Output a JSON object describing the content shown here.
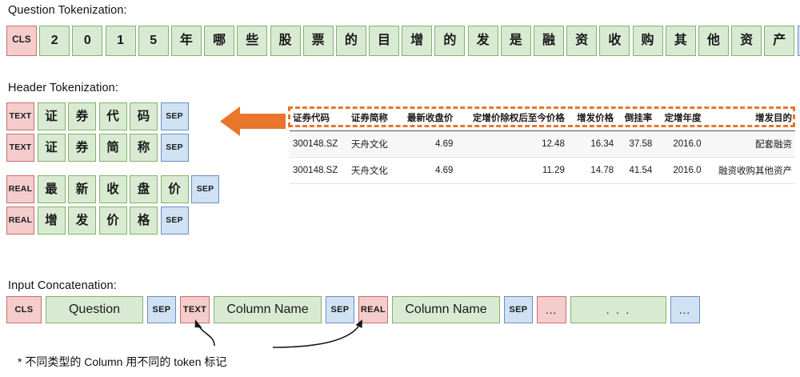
{
  "sections": {
    "question": {
      "title": "Question Tokenization:"
    },
    "header": {
      "title": "Header Tokenization:"
    },
    "concat": {
      "title": "Input Concatenation:"
    }
  },
  "question_tokens": [
    {
      "text": "CLS",
      "type": "special",
      "color": "pink"
    },
    {
      "text": "2",
      "type": "token",
      "color": "green"
    },
    {
      "text": "0",
      "type": "token",
      "color": "green"
    },
    {
      "text": "1",
      "type": "token",
      "color": "green"
    },
    {
      "text": "5",
      "type": "token",
      "color": "green"
    },
    {
      "text": "年",
      "type": "token",
      "color": "green"
    },
    {
      "text": "哪",
      "type": "token",
      "color": "green"
    },
    {
      "text": "些",
      "type": "token",
      "color": "green"
    },
    {
      "text": "股",
      "type": "token",
      "color": "green"
    },
    {
      "text": "票",
      "type": "token",
      "color": "green"
    },
    {
      "text": "的",
      "type": "token",
      "color": "green"
    },
    {
      "text": "目",
      "type": "token",
      "color": "green"
    },
    {
      "text": "增",
      "type": "token",
      "color": "green"
    },
    {
      "text": "的",
      "type": "token",
      "color": "green"
    },
    {
      "text": "发",
      "type": "token",
      "color": "green"
    },
    {
      "text": "是",
      "type": "token",
      "color": "green"
    },
    {
      "text": "融",
      "type": "token",
      "color": "green"
    },
    {
      "text": "资",
      "type": "token",
      "color": "green"
    },
    {
      "text": "收",
      "type": "token",
      "color": "green"
    },
    {
      "text": "购",
      "type": "token",
      "color": "green"
    },
    {
      "text": "其",
      "type": "token",
      "color": "green"
    },
    {
      "text": "他",
      "type": "token",
      "color": "green"
    },
    {
      "text": "资",
      "type": "token",
      "color": "green"
    },
    {
      "text": "产",
      "type": "token",
      "color": "green"
    },
    {
      "text": "SEP",
      "type": "special",
      "color": "blue"
    }
  ],
  "header_rows": [
    [
      {
        "text": "TEXT",
        "type": "special",
        "color": "pink"
      },
      {
        "text": "证",
        "type": "token",
        "color": "green"
      },
      {
        "text": "券",
        "type": "token",
        "color": "green"
      },
      {
        "text": "代",
        "type": "token",
        "color": "green"
      },
      {
        "text": "码",
        "type": "token",
        "color": "green"
      },
      {
        "text": "SEP",
        "type": "special",
        "color": "blue"
      }
    ],
    [
      {
        "text": "TEXT",
        "type": "special",
        "color": "pink"
      },
      {
        "text": "证",
        "type": "token",
        "color": "green"
      },
      {
        "text": "券",
        "type": "token",
        "color": "green"
      },
      {
        "text": "简",
        "type": "token",
        "color": "green"
      },
      {
        "text": "称",
        "type": "token",
        "color": "green"
      },
      {
        "text": "SEP",
        "type": "special",
        "color": "blue"
      }
    ],
    [
      {
        "text": "REAL",
        "type": "special",
        "color": "pink"
      },
      {
        "text": "最",
        "type": "token",
        "color": "green"
      },
      {
        "text": "新",
        "type": "token",
        "color": "green"
      },
      {
        "text": "收",
        "type": "token",
        "color": "green"
      },
      {
        "text": "盘",
        "type": "token",
        "color": "green"
      },
      {
        "text": "价",
        "type": "token",
        "color": "green"
      },
      {
        "text": "SEP",
        "type": "special",
        "color": "blue"
      }
    ],
    [
      {
        "text": "REAL",
        "type": "special",
        "color": "pink"
      },
      {
        "text": "增",
        "type": "token",
        "color": "green"
      },
      {
        "text": "发",
        "type": "token",
        "color": "green"
      },
      {
        "text": "价",
        "type": "token",
        "color": "green"
      },
      {
        "text": "格",
        "type": "token",
        "color": "green"
      },
      {
        "text": "SEP",
        "type": "special",
        "color": "blue"
      }
    ]
  ],
  "concat_tokens": [
    {
      "text": "CLS",
      "type": "special",
      "color": "pink",
      "width": 44
    },
    {
      "text": "Question",
      "type": "token",
      "color": "green",
      "width": 122
    },
    {
      "text": "SEP",
      "type": "special",
      "color": "blue",
      "width": 36
    },
    {
      "text": "TEXT",
      "type": "special",
      "color": "pink",
      "width": 37
    },
    {
      "text": "Column Name",
      "type": "token",
      "color": "green",
      "width": 135
    },
    {
      "text": "SEP",
      "type": "special",
      "color": "blue",
      "width": 36
    },
    {
      "text": "REAL",
      "type": "special",
      "color": "pink",
      "width": 37
    },
    {
      "text": "Column Name",
      "type": "token",
      "color": "green",
      "width": 135
    },
    {
      "text": "SEP",
      "type": "special",
      "color": "blue",
      "width": 36
    },
    {
      "text": "…",
      "type": "dots",
      "color": "pink",
      "width": 37
    },
    {
      "text": ". . .",
      "type": "dots",
      "color": "green",
      "width": 120
    },
    {
      "text": "…",
      "type": "dots",
      "color": "blue",
      "width": 37
    }
  ],
  "table": {
    "columns": [
      "证券代码",
      "证券简称",
      "最新收盘价",
      "定增价除权后至今价格",
      "增发价格",
      "倒挂率",
      "定增年度",
      "增发目的"
    ],
    "rows": [
      {
        "code": "300148.SZ",
        "name": "天舟文化",
        "last_close": "4.69",
        "ex_right_price": "12.48",
        "issue_price": "16.34",
        "inversion_rate": "37.58",
        "year": "2016.0",
        "purpose": "配套融资"
      },
      {
        "code": "300148.SZ",
        "name": "天舟文化",
        "last_close": "4.69",
        "ex_right_price": "11.29",
        "issue_price": "14.78",
        "inversion_rate": "41.54",
        "year": "2016.0",
        "purpose": "融资收购其他资产"
      }
    ]
  },
  "footnote": {
    "text": "* 不同类型的 Column 用不同的 token 标记"
  },
  "colors": {
    "green_fill": "#d9ead3",
    "green_border": "#82b366",
    "pink_fill": "#f4cccc",
    "pink_border": "#c96f6f",
    "blue_fill": "#cfe2f3",
    "blue_border": "#6c8ebf",
    "highlight_orange": "#e8762c"
  }
}
